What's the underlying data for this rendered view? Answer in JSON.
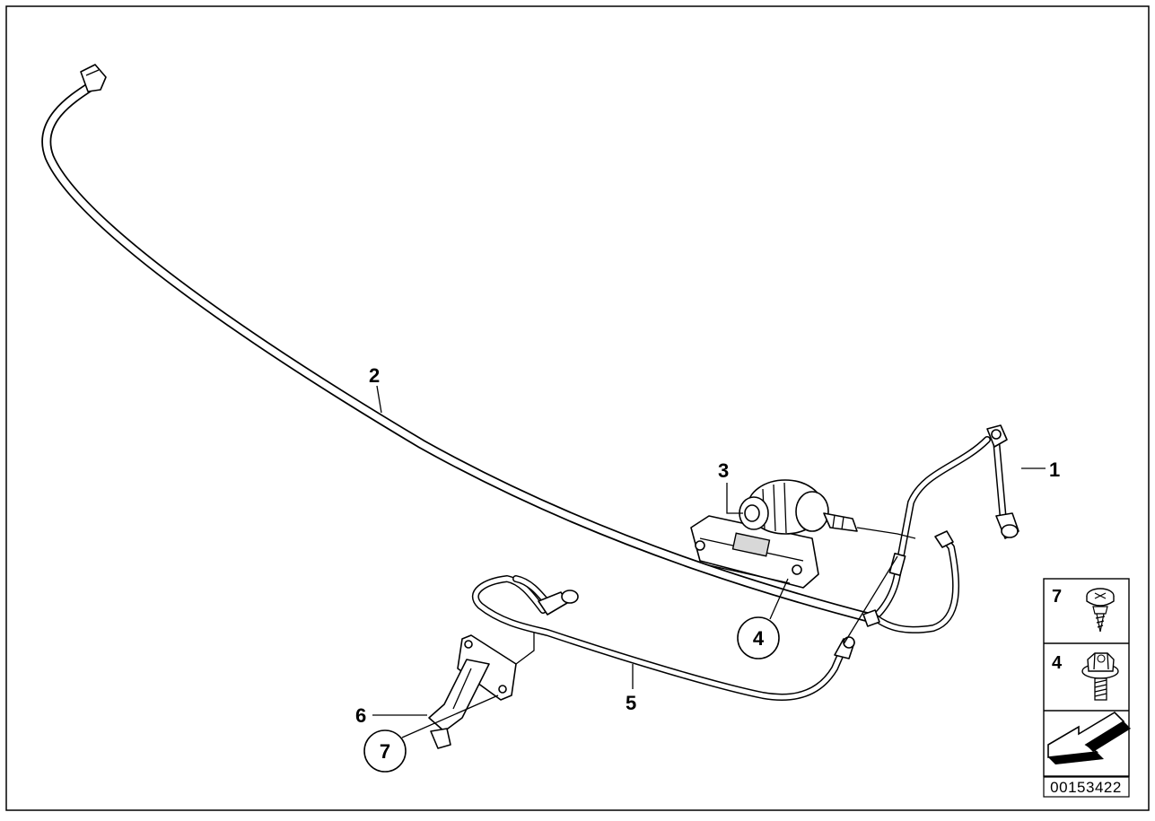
{
  "diagram": {
    "document_number": "00153422",
    "callouts": [
      {
        "id": "1",
        "text": "1"
      },
      {
        "id": "2",
        "text": "2"
      },
      {
        "id": "3",
        "text": "3"
      },
      {
        "id": "4",
        "text": "4"
      },
      {
        "id": "5",
        "text": "5"
      },
      {
        "id": "6",
        "text": "6"
      },
      {
        "id": "7",
        "text": "7"
      }
    ],
    "legend": [
      {
        "number": "7",
        "icon": "screw-icon"
      },
      {
        "number": "4",
        "icon": "hex-bolt-icon"
      },
      {
        "number": "",
        "icon": "direction-arrow-icon"
      }
    ]
  }
}
